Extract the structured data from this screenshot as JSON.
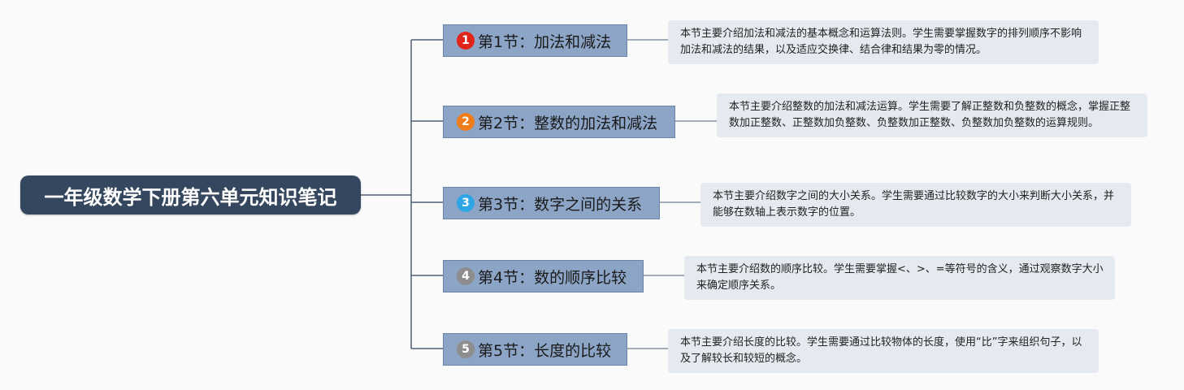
{
  "root": {
    "title": "一年级数学下册第六单元知识笔记"
  },
  "sections": [
    {
      "number": "1",
      "badge_color": "#e1251b",
      "title": "第1节：加法和减法",
      "note": "本节主要介绍加法和减法的基本概念和运算法则。学生需要掌握数字的排列顺序不影响加法和减法的结果，以及适应交换律、结合律和结果为零的情况。"
    },
    {
      "number": "2",
      "badge_color": "#f07d1c",
      "title": "第2节：整数的加法和减法",
      "note": "本节主要介绍整数的加法和减法运算。学生需要了解正整数和负整数的概念，掌握正整数加正整数、正整数加负整数、负整数加正整数、负整数加负整数的运算规则。"
    },
    {
      "number": "3",
      "badge_color": "#2ea6e6",
      "title": "第3节：数字之间的关系",
      "note": "本节主要介绍数字之间的大小关系。学生需要通过比较数字的大小来判断大小关系，并能够在数轴上表示数字的位置。"
    },
    {
      "number": "4",
      "badge_color": "#8d8d8d",
      "title": "第4节：数的顺序比较",
      "note": "本节主要介绍数的顺序比较。学生需要掌握<、>、=等符号的含义，通过观察数字大小来确定顺序关系。"
    },
    {
      "number": "5",
      "badge_color": "#8d8d8d",
      "title": "第5节：长度的比较",
      "note": "本节主要介绍长度的比较。学生需要通过比较物体的长度，使用“比”字来组织句子，以及了解较长和较短的概念。"
    }
  ],
  "colors": {
    "root_fill": "#35475f",
    "section_fill": "#8ca4c6",
    "note_fill": "#e5e9f0",
    "connector": "#4d5f76"
  }
}
